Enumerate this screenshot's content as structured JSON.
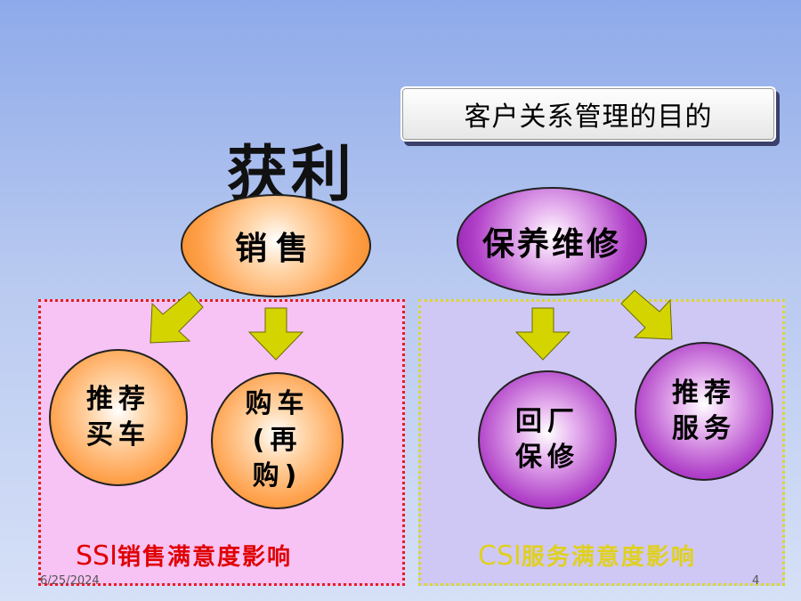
{
  "title_box": "客户关系管理的目的",
  "profit": "获利",
  "sales": "销售",
  "maintenance": "保养维修",
  "left_group": {
    "circle1": [
      "推荐",
      "买车"
    ],
    "circle2": [
      "购车",
      "(再",
      "购)"
    ],
    "footer_prefix": "SSI",
    "footer_suffix": "销售满意度影响"
  },
  "right_group": {
    "circle1": [
      "回厂",
      "保修"
    ],
    "circle2": [
      "推荐",
      "服务"
    ],
    "footer_prefix": "CSI",
    "footer_suffix": "服务满意度影响"
  },
  "slide_date": "6/25/2024",
  "slide_number": "4",
  "colors": {
    "orange": "#f08a25",
    "purple": "#8e1aa8",
    "arrow": "#d4d400",
    "left_box_bg": "#f7c2f4",
    "right_box_bg": "#cfc8f4"
  }
}
